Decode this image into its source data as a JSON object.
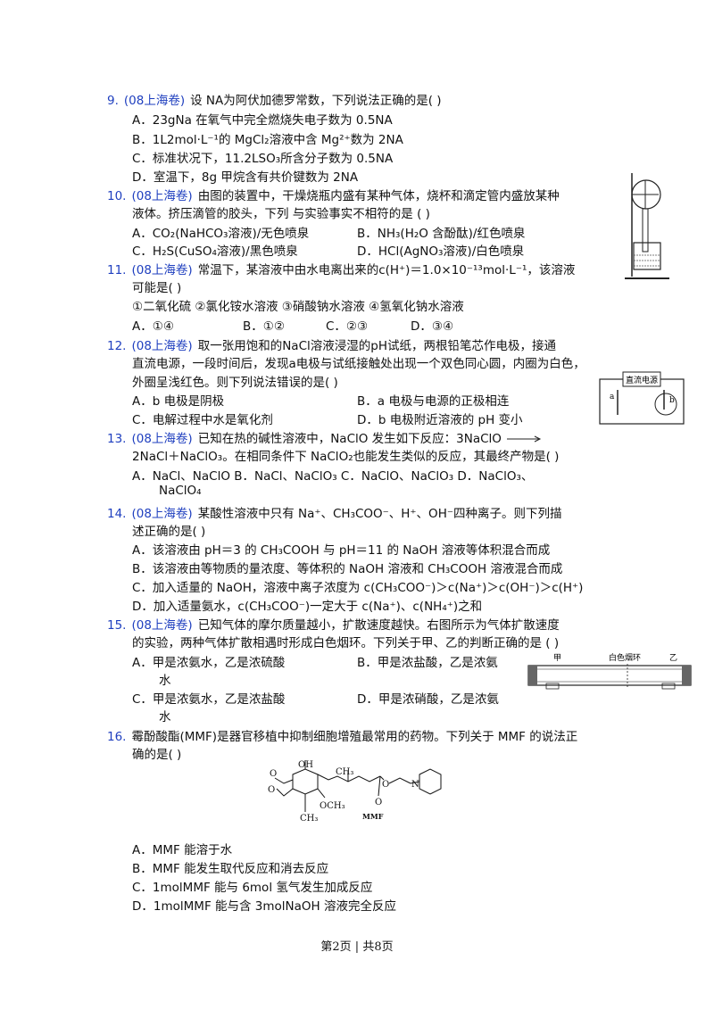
{
  "questions": [
    {
      "num": "9.",
      "src": "(08上海卷)",
      "stem": "设 NA为阿伏加德罗常数，下列说法正确的是(  )",
      "opts": [
        "A．23gNa 在氧气中完全燃烧失电子数为 0.5NA",
        "B．1L2mol·L⁻¹的 MgCl₂溶液中含 Mg²⁺数为 2NA",
        "C．标准状况下，11.2LSO₃所含分子数为 0.5NA",
        "D．室温下，8g 甲烷含有共价键数为 2NA"
      ]
    },
    {
      "num": "10.",
      "src": "(08上海卷)",
      "stem": "由图的装置中，干燥烧瓶内盛有某种气体，烧杯和滴定管内盛放某种",
      "stem2": "液体。挤压滴管的胶头，下列 与实验事实不相符的是 (    )",
      "opts": [
        "A．CO₂(NaHCO₃溶液)/无色喷泉",
        "B．NH₃(H₂O 含酚酞)/红色喷泉",
        "C．H₂S(CuSO₄溶液)/黑色喷泉",
        "D．HCl(AgNO₃溶液)/白色喷泉"
      ]
    },
    {
      "num": "11.",
      "src": "(08上海卷)",
      "stem": "常温下，某溶液中由水电离出来的c(H⁺)＝1.0×10⁻¹³mol·L⁻¹，该溶液",
      "stem2": "可能是(    )",
      "sub": "①二氧化硫   ②氯化铵水溶液   ③硝酸钠水溶液   ④氢氧化钠水溶液",
      "opts": [
        "A．①④",
        "B．①②",
        "C．②③",
        "D．③④"
      ]
    },
    {
      "num": "12.",
      "src": "(08上海卷)",
      "stem": "取一张用饱和的NaCl溶液浸湿的pH试纸，两根铅笔芯作电极，接通",
      "stem2": "直流电源，一段时间后，发现a电极与试纸接触处出现一个双色同心圆，内圈为白色，",
      "stem3": "外圈呈浅红色。则下列说法错误的是(  )",
      "opts": [
        "A．b 电极是阴极",
        "B．a 电极与电源的正极相连",
        "C．电解过程中水是氧化剂",
        "D．b 电极附近溶液的 pH 变小"
      ]
    },
    {
      "num": "13.",
      "src": "(08上海卷)",
      "stem": "已知在热的碱性溶液中，NaClO 发生如下反应：3NaClO",
      "stem2": "2NaCl＋NaClO₃。在相同条件下 NaClO₂也能发生类似的反应，其最终产物是(  )",
      "opts": [
        "A．NaCl、NaClO  B．NaCl、NaClO₃  C．NaClO、NaClO₃   D．NaClO₃、"
      ],
      "opts2": "NaClO₄"
    },
    {
      "num": "14.",
      "src": "(08上海卷)",
      "stem": "某酸性溶液中只有 Na⁺、CH₃COO⁻、H⁺、OH⁻四种离子。则下列描",
      "stem2": "述正确的是(    )",
      "opts": [
        "A．该溶液由 pH＝3 的 CH₃COOH 与 pH＝11 的 NaOH 溶液等体积混合而成",
        "B．该溶液由等物质的量浓度、等体积的 NaOH 溶液和 CH₃COOH 溶液混合而成",
        "C．加入适量的 NaOH，溶液中离子浓度为 c(CH₃COO⁻)＞c(Na⁺)＞c(OH⁻)＞c(H⁺)",
        "D．加入适量氨水，c(CH₃COO⁻)一定大于 c(Na⁺)、c(NH₄⁺)之和"
      ]
    },
    {
      "num": "15.",
      "src": "(08上海卷)",
      "stem": "已知气体的摩尔质量越小，扩散速度越快。右图所示为气体扩散速度",
      "stem2": "的实验，两种气体扩散相遇时形成白色烟环。下列关于甲、乙的判断正确的是 (    )",
      "opts": [
        "A．甲是浓氨水，乙是浓硫酸",
        "B．甲是浓盐酸，乙是浓氨",
        "水",
        "C．甲是浓氨水，乙是浓盐酸",
        "D．甲是浓硝酸，乙是浓氨",
        "水"
      ]
    },
    {
      "num": "16.",
      "src": "",
      "stem": "霉酚酸酯(MMF)是器官移植中抑制细胞增殖最常用的药物。下列关于 MMF 的说法正",
      "stem2": "确的是(  )",
      "opts": [
        "A．MMF 能溶于水",
        "B．MMF 能发生取代反应和消去反应",
        "C．1molMMF 能与 6mol 氢气发生加成反应",
        "D．1molMMF 能与含 3molNaOH 溶液完全反应"
      ]
    }
  ],
  "figures": {
    "power_label": "直流电源",
    "electrode_a": "a",
    "electrode_b": "b",
    "tube_left": "甲",
    "tube_mid": "白色烟环",
    "tube_right": "乙",
    "mmf_oh": "OH",
    "mmf_ch3_top": "CH₃",
    "mmf_och3": "OCH₃",
    "mmf_ch3_bottom": "CH₃",
    "mmf_o1": "O",
    "mmf_o2": "O",
    "mmf_o3": "O",
    "mmf_o4": "O",
    "mmf_n": "N",
    "mmf_label": "MMF"
  },
  "footer": "第2页 | 共8页"
}
